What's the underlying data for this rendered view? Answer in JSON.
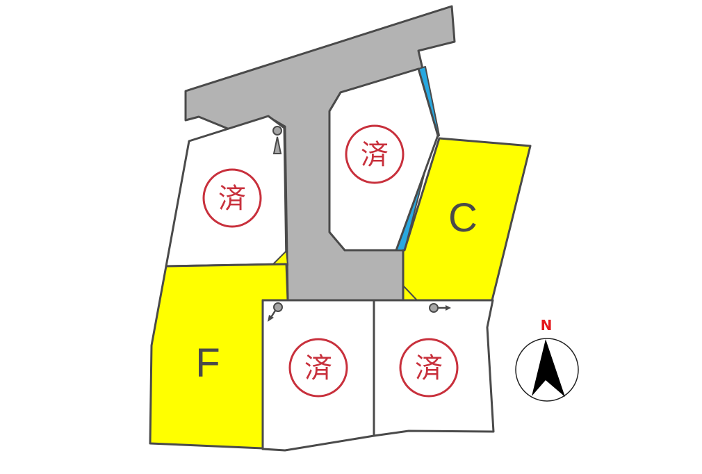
{
  "colors": {
    "road": "#b3b3b3",
    "outline": "#4a4a4a",
    "available": "#ffff00",
    "sold_lot": "#ffffff",
    "waterway": "#29a8e0",
    "sold_stamp": "#c8303c",
    "north_label": "#e4161b"
  },
  "lots": [
    {
      "id": "lot-nw",
      "status": "sold",
      "stamp": "済"
    },
    {
      "id": "lot-n-center",
      "status": "sold",
      "stamp": "済"
    },
    {
      "id": "lot-c",
      "status": "available",
      "label": "C"
    },
    {
      "id": "lot-f",
      "status": "available",
      "label": "F"
    },
    {
      "id": "lot-s-center",
      "status": "sold",
      "stamp": "済"
    },
    {
      "id": "lot-se",
      "status": "sold",
      "stamp": "済"
    }
  ],
  "compass": {
    "label": "N"
  }
}
